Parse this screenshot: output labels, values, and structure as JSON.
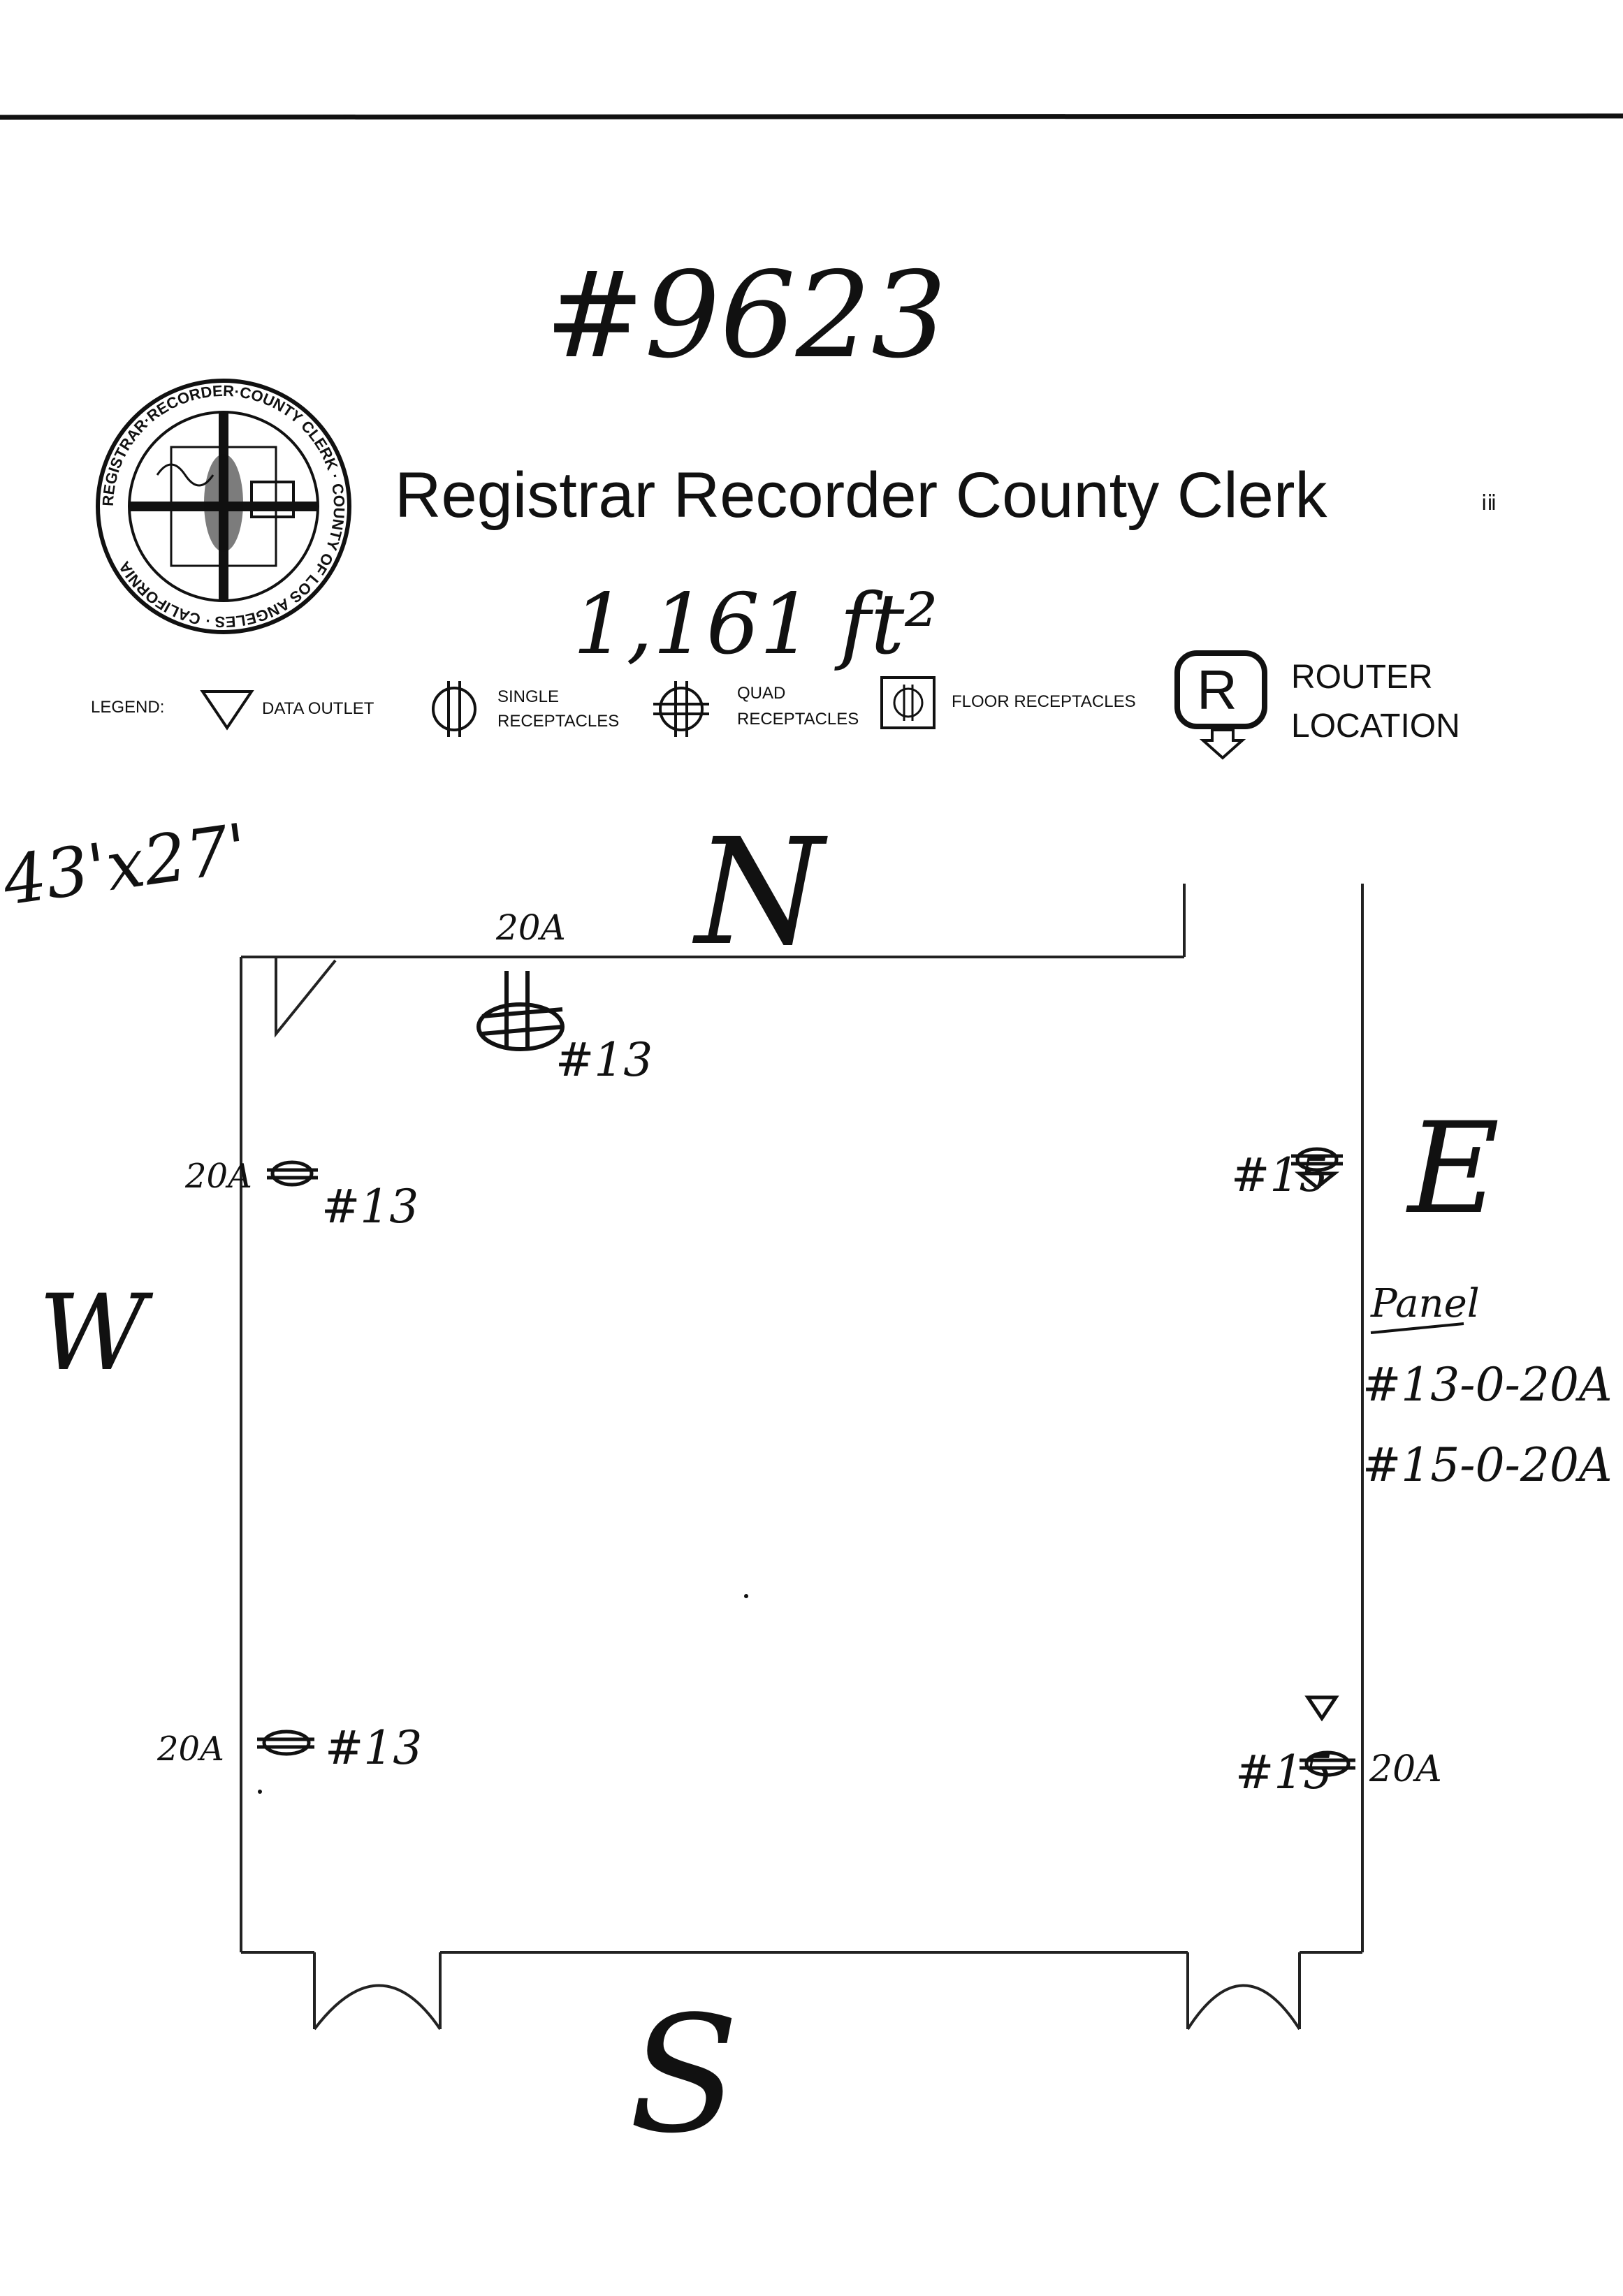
{
  "header": {
    "site_number": "#9623",
    "title": "Registrar Recorder County Clerk",
    "area": "1,161 ft²",
    "dimensions": "43'x27'",
    "corner_mark": "ⅰⅱ"
  },
  "seal": {
    "ring_text": "REGISTRAR·RECORDER·COUNTY CLERK · COUNTY OF LOS ANGELES · CALIFORNIA"
  },
  "legend": {
    "label": "LEGEND:",
    "data_outlet": "DATA OUTLET",
    "single_line1": "SINGLE",
    "single_line2": "RECEPTACLES",
    "quad_line1": "QUAD",
    "quad_line2": "RECEPTACLES",
    "floor": "FLOOR RECEPTACLES",
    "router_line1": "ROUTER",
    "router_line2": "LOCATION",
    "router_symbol": "R"
  },
  "compass": {
    "north": "N",
    "south": "S",
    "east": "E",
    "west": "W"
  },
  "labels": {
    "north_amp": "20A",
    "north_circuit": "#13",
    "west_top_amp": "20A",
    "west_top_circuit": "#13",
    "west_bottom_amp": "20A",
    "west_bottom_circuit": "#13",
    "east_top_circuit": "#15",
    "east_bottom_circuit": "#15",
    "east_bottom_amp": "20A"
  },
  "panel": {
    "title": "Panel",
    "line1": "#13-0-20A",
    "line2": "#15-0-20A"
  }
}
